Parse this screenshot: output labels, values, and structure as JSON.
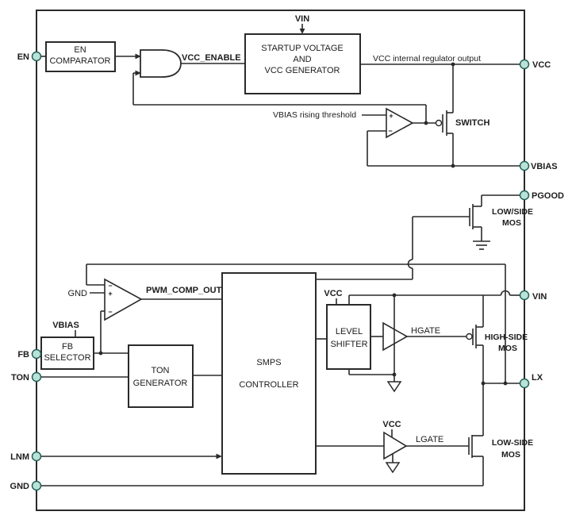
{
  "pins": {
    "left": [
      {
        "label": "EN"
      },
      {
        "label": "FB"
      },
      {
        "label": "TON"
      },
      {
        "label": "LNM"
      },
      {
        "label": "GND"
      }
    ],
    "right": [
      {
        "label": "VCC"
      },
      {
        "label": "VBIAS"
      },
      {
        "label": "PGOOD"
      },
      {
        "label": "VIN"
      },
      {
        "label": "LX"
      }
    ],
    "top": [
      {
        "label": "VIN"
      }
    ]
  },
  "blocks": {
    "en_comparator": [
      "EN",
      "COMPARATOR"
    ],
    "startup": [
      "STARTUP VOLTAGE",
      "AND",
      "VCC GENERATOR"
    ],
    "fb_selector": [
      "FB",
      "SELECTOR"
    ],
    "ton_generator": [
      "TON",
      "GENERATOR"
    ],
    "smps": [
      "SMPS",
      "CONTROLLER"
    ],
    "level_shifter": [
      "LEVEL",
      "SHIFTER"
    ]
  },
  "labels": {
    "vcc_enable": "VCC_ENABLE",
    "vcc_internal_regulator": "VCC internal regulator output",
    "vbias_rising_threshold": "VBIAS rising threshold",
    "switch": "SWITCH",
    "pwm_comp_out": "PWM_COMP_OUT",
    "gnd_ref": "GND",
    "vbias_ref": "VBIAS",
    "vcc_level_shifter": "VCC",
    "vcc_lgate": "VCC",
    "hgate": "HGATE",
    "lgate": "LGATE",
    "low_side_mos_pgood": [
      "LOW/SIDE",
      "MOS"
    ],
    "high_side_mos": [
      "HIGH-SIDE",
      "MOS"
    ],
    "low_side_mos": [
      "LOW-SIDE",
      "MOS"
    ]
  },
  "symbols": {
    "plus": "+",
    "minus": "−"
  },
  "colors": {
    "line": "#2a2a2a",
    "pin_fill": "#b9e3d8",
    "pin_stroke": "#235f56",
    "background": "#ffffff"
  }
}
